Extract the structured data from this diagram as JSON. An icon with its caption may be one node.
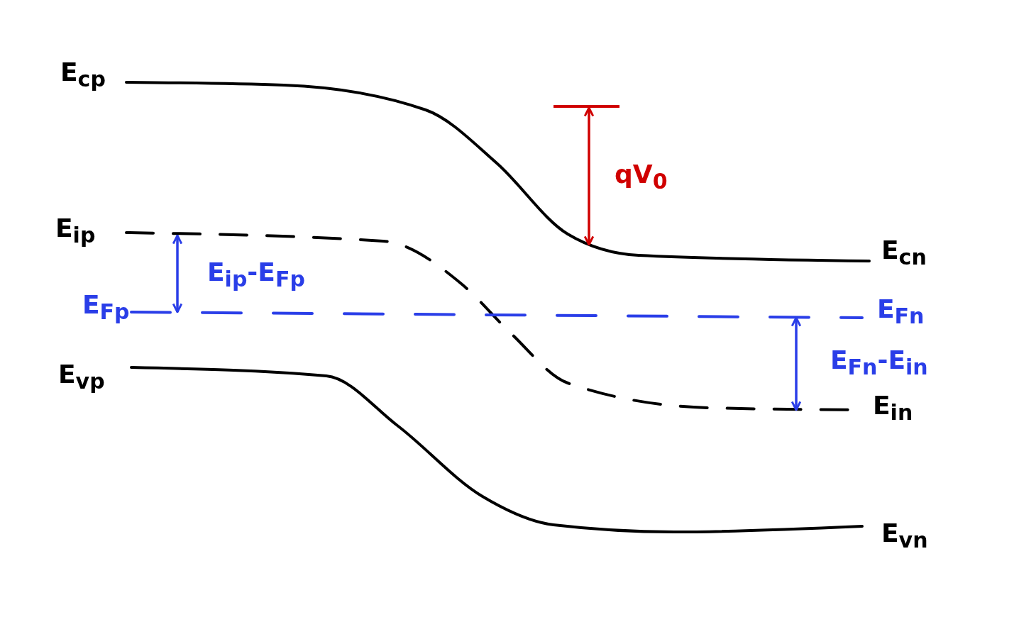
{
  "diagram": {
    "labels": [
      "E$_{cp}$",
      "qV$_{0}$",
      "E$_{ip}$",
      "E$_{cn}$",
      "E$_{ip}$-E$_{Fp}$",
      "E$_{Fp}$",
      "E$_{Fn}$",
      "E$_{Fn}$-E$_{in}$",
      "E$_{vp}$",
      "E$_{in}$",
      "E$_{vn}$"
    ]
  }
}
